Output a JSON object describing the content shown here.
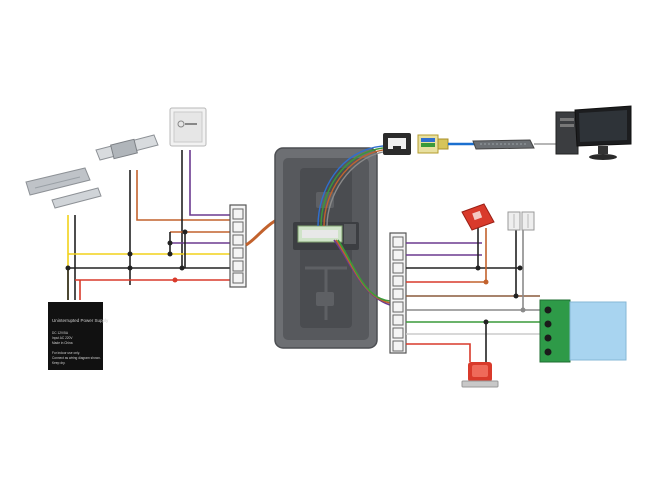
{
  "ups": {
    "title": "Uninterrupted Power Supply",
    "spec_lines": [
      "DC 12V/5A",
      "Input AC 220V",
      "Made in China"
    ],
    "note_lines": [
      "For indoor use only.",
      "Connect as wiring diagram shown.",
      "Keep dry."
    ]
  },
  "colors": {
    "red": "#d93a2b",
    "black": "#222222",
    "yellow": "#f2d21b",
    "purple": "#6b3a8f",
    "orange_brown": "#c2622d",
    "brown": "#8a5a3c",
    "green": "#3a9a3a",
    "grey": "#8a8a8a",
    "blue": "#2f6fd0",
    "device_body": "#6d6f73",
    "terminal_green": "#2e9a48",
    "lcd_blue": "#a8d4f0"
  }
}
